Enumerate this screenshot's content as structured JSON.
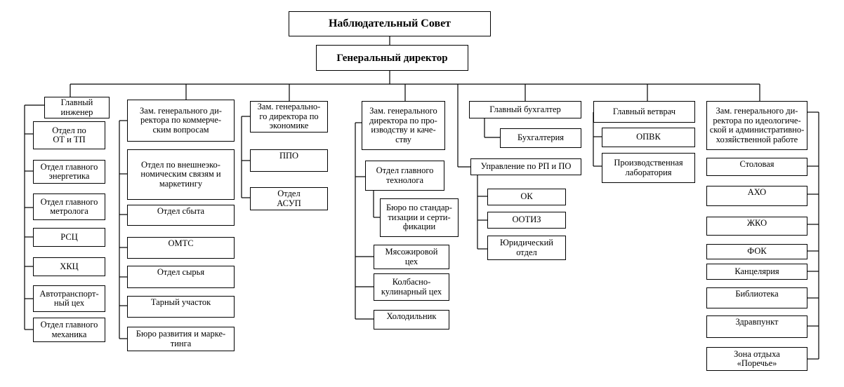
{
  "board": "Наблюдательный Совет",
  "ceo": "Генеральный директор",
  "chief_engineer": {
    "title": "Главный\nинженер",
    "units": [
      "Отдел по\nОТ и ТП",
      "Отдел главного\nэнергетика",
      "Отдел главного\nметролога",
      "РСЦ",
      "ХКЦ",
      "Автотранспорт-\nный цех",
      "Отдел главного\nмеханика"
    ]
  },
  "commercial": {
    "title": "Зам.  генерального ди-\nректора по коммерче-\nским  вопросам",
    "units": [
      "Отдел по внешнеэко-\nномическим связям и\nмаркетингу",
      "Отдел сбыта",
      "ОМТС",
      "Отдел сырья",
      "Тарный участок",
      "Бюро развития и марке-\nтинга"
    ]
  },
  "economics": {
    "title": "Зам.  генерально-\nго директора по\nэкономике",
    "units": [
      "ППО",
      "Отдел\nАСУП"
    ]
  },
  "production": {
    "title": "Зам.  генерального\nдиректора по про-\nизводству и каче-\nству",
    "tech": "Отдел главного\nтехнолога",
    "bureau": "Бюро по стандар-\nтизации и серти-\nфикации",
    "units": [
      "Мясожировой\nцех",
      "Колбасно-\nкулинарный цех",
      "Холодильник"
    ]
  },
  "accounting": {
    "chief": "Главный бухгалтер",
    "dept": "Бухгалтерия",
    "rp": "Управление по РП и ПО",
    "units": [
      "ОК",
      "ООТИЗ",
      "Юридический\nотдел"
    ]
  },
  "vet": {
    "title": "Главный ветврач",
    "units": [
      "ОПВК",
      "Производственная\nлаборатория"
    ]
  },
  "ideology": {
    "title": "Зам.  генерального ди-\nректора по идеологиче-\nской и административно-\nхозяйственной работе",
    "units": [
      "Столовая",
      "АХО",
      "ЖКО",
      "ФОК",
      "Канцелярия",
      "Библиотека",
      "Здравпункт",
      "Зона отдыха\n«Поречье»"
    ]
  }
}
